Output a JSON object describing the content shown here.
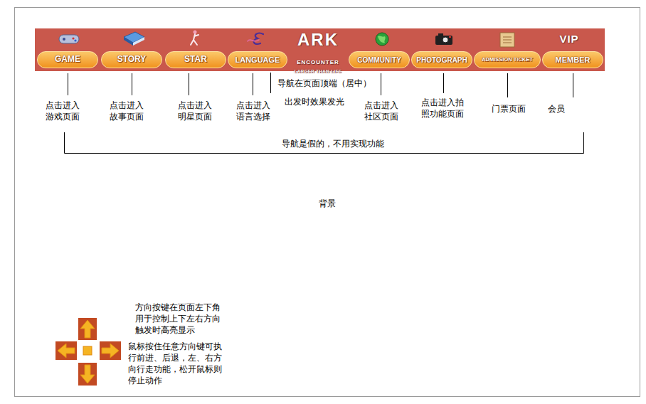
{
  "diagram": {
    "nodes": [
      {
        "text": [
          "ARK",
          "ENCOUNTER",
          "LARGER THAN LIFE",
          "VIP"
        ]
      },
      {
        "text": [
          "GAME"
        ],
        "in": 0
      },
      {
        "text": [
          "STORY"
        ],
        "in": 0
      },
      {
        "text": [
          "STAR"
        ],
        "in": 0
      },
      {
        "text": [
          "LANGUAGE"
        ],
        "in": 0
      },
      {
        "text": [
          "COMMUNITY"
        ],
        "in": 0
      },
      {
        "text": [
          "PHOTOGRAPH"
        ],
        "in": 0
      },
      {
        "text": [
          "ADMISSION TICKET"
        ],
        "in": 0
      },
      {
        "text": [
          "MEMBER"
        ],
        "in": 0
      }
    ],
    "labels": [
      "点击进入 游戏页面",
      "点击进入 故事页面",
      "点击进入 明星页面",
      "点击进入 语言选择",
      "导航在页面顶端（居中）",
      "出发时效果发光",
      "点击进入 社区页面",
      "点击进入拍 照功能页面",
      "门票页面",
      "会员",
      "导航是假的，不用实现功能",
      "背景",
      "方向按键在页面左下角 用于控制上下左右方向 触发时高亮显示",
      "鼠标按住任意方向键可执 行前进、后退，左、右方 向行走功能，松开鼠标则 停止动作"
    ]
  }
}
